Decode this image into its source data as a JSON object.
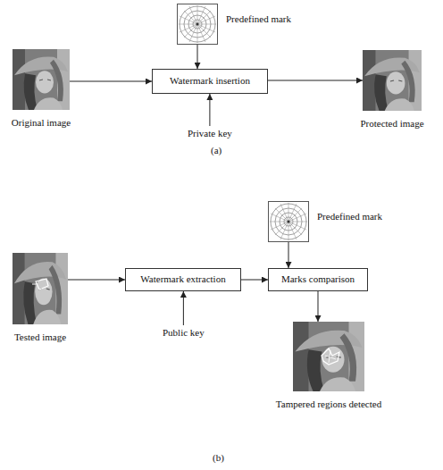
{
  "diagram": {
    "nodes": [
      {
        "text": [
          "Predefined mark"
        ]
      },
      {
        "text": [
          "Original image"
        ]
      },
      {
        "text": [
          "Watermark insertion"
        ]
      },
      {
        "text": [
          "Protected image"
        ]
      },
      {
        "text": [
          "Tested image"
        ]
      },
      {
        "text": [
          "Watermark extraction"
        ]
      },
      {
        "text": [
          "Predefined mark"
        ]
      },
      {
        "text": [
          "Marks comparison"
        ]
      },
      {
        "text": [
          "Tampered regions detected"
        ]
      }
    ],
    "edges": [
      {
        "from": 0,
        "to": 2,
        "arrow": "to"
      },
      {
        "from": 1,
        "to": 2,
        "arrow": "to"
      },
      {
        "from": 2,
        "to": 3,
        "arrow": "to"
      },
      {
        "from": 4,
        "to": 5,
        "arrow": "to"
      },
      {
        "from": 5,
        "to": 7,
        "arrow": "to"
      },
      {
        "from": 6,
        "to": 7,
        "arrow": "to"
      },
      {
        "from": 7,
        "to": 8,
        "arrow": "to"
      }
    ],
    "labels": [
      "Private key",
      "(a)",
      "Public key",
      "(b)"
    ]
  }
}
